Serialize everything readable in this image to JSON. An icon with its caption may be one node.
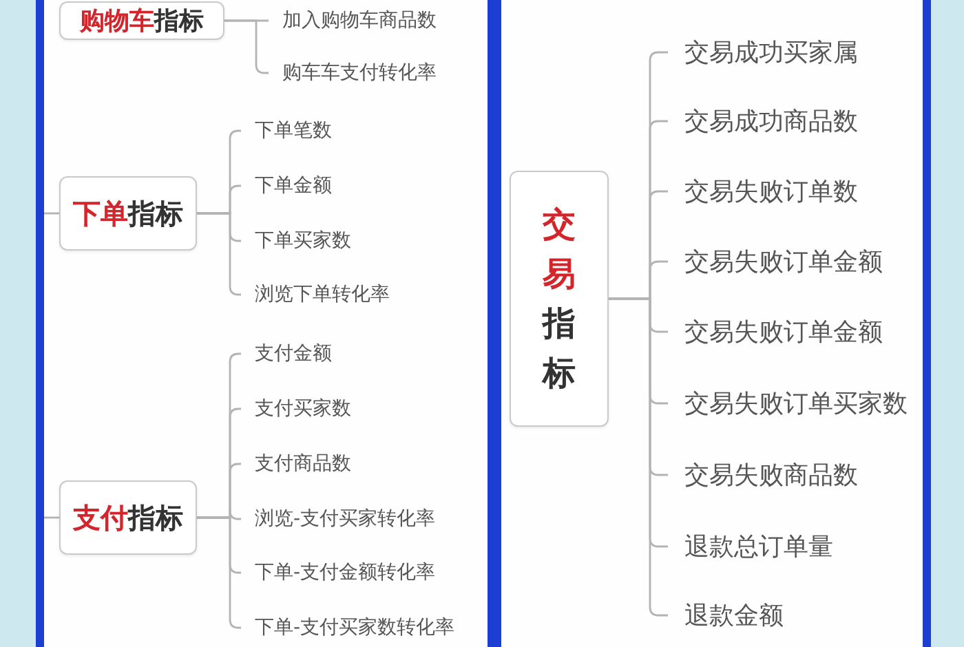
{
  "diagram": {
    "nodes": [
      {
        "text": [
          "**购物车**指标"
        ]
      },
      {
        "text": [
          "加入购物车商品数"
        ]
      },
      {
        "text": [
          "购车车支付转化率"
        ]
      },
      {
        "text": [
          "**下单**指标"
        ]
      },
      {
        "text": [
          "下单笔数"
        ]
      },
      {
        "text": [
          "下单金额"
        ]
      },
      {
        "text": [
          "下单买家数"
        ]
      },
      {
        "text": [
          "浏览下单转化率"
        ]
      },
      {
        "text": [
          "**支付**指标"
        ]
      },
      {
        "text": [
          "支付金额"
        ]
      },
      {
        "text": [
          "支付买家数"
        ]
      },
      {
        "text": [
          "支付商品数"
        ]
      },
      {
        "text": [
          "浏览-支付买家转化率"
        ]
      },
      {
        "text": [
          "下单-支付金额转化率"
        ]
      },
      {
        "text": [
          "下单-支付买家数转化率"
        ]
      },
      {
        "text": [
          "**交易**指标"
        ]
      },
      {
        "text": [
          "交易成功买家属"
        ]
      },
      {
        "text": [
          "交易成功商品数"
        ]
      },
      {
        "text": [
          "交易失败订单数"
        ]
      },
      {
        "text": [
          "交易失败订单金额"
        ]
      },
      {
        "text": [
          "交易失败订单金额"
        ]
      },
      {
        "text": [
          "交易失败订单买家数"
        ]
      },
      {
        "text": [
          "交易失败商品数"
        ]
      },
      {
        "text": [
          "退款总订单量"
        ]
      },
      {
        "text": [
          "退款金额"
        ]
      }
    ],
    "edges": [
      {
        "from": 0,
        "to": 1,
        "arrow": "none"
      },
      {
        "from": 0,
        "to": 2,
        "arrow": "none"
      },
      {
        "from": null,
        "to": 3,
        "arrow": "none"
      },
      {
        "from": 3,
        "to": 4,
        "arrow": "none"
      },
      {
        "from": 3,
        "to": 5,
        "arrow": "none"
      },
      {
        "from": 3,
        "to": 6,
        "arrow": "none"
      },
      {
        "from": 3,
        "to": 7,
        "arrow": "none"
      },
      {
        "from": null,
        "to": 8,
        "arrow": "none"
      },
      {
        "from": 8,
        "to": 9,
        "arrow": "none"
      },
      {
        "from": 8,
        "to": 10,
        "arrow": "none"
      },
      {
        "from": 8,
        "to": 11,
        "arrow": "none"
      },
      {
        "from": 8,
        "to": 12,
        "arrow": "none"
      },
      {
        "from": 8,
        "to": 13,
        "arrow": "none"
      },
      {
        "from": 8,
        "to": 14,
        "arrow": "none"
      },
      {
        "from": 15,
        "to": 16,
        "arrow": "none"
      },
      {
        "from": 15,
        "to": 17,
        "arrow": "none"
      },
      {
        "from": 15,
        "to": 18,
        "arrow": "none"
      },
      {
        "from": 15,
        "to": 19,
        "arrow": "none"
      },
      {
        "from": 15,
        "to": 20,
        "arrow": "none"
      },
      {
        "from": 15,
        "to": 21,
        "arrow": "none"
      },
      {
        "from": 15,
        "to": 22,
        "arrow": "none"
      },
      {
        "from": 15,
        "to": 23,
        "arrow": "none"
      },
      {
        "from": 15,
        "to": 24,
        "arrow": "none"
      }
    ]
  }
}
